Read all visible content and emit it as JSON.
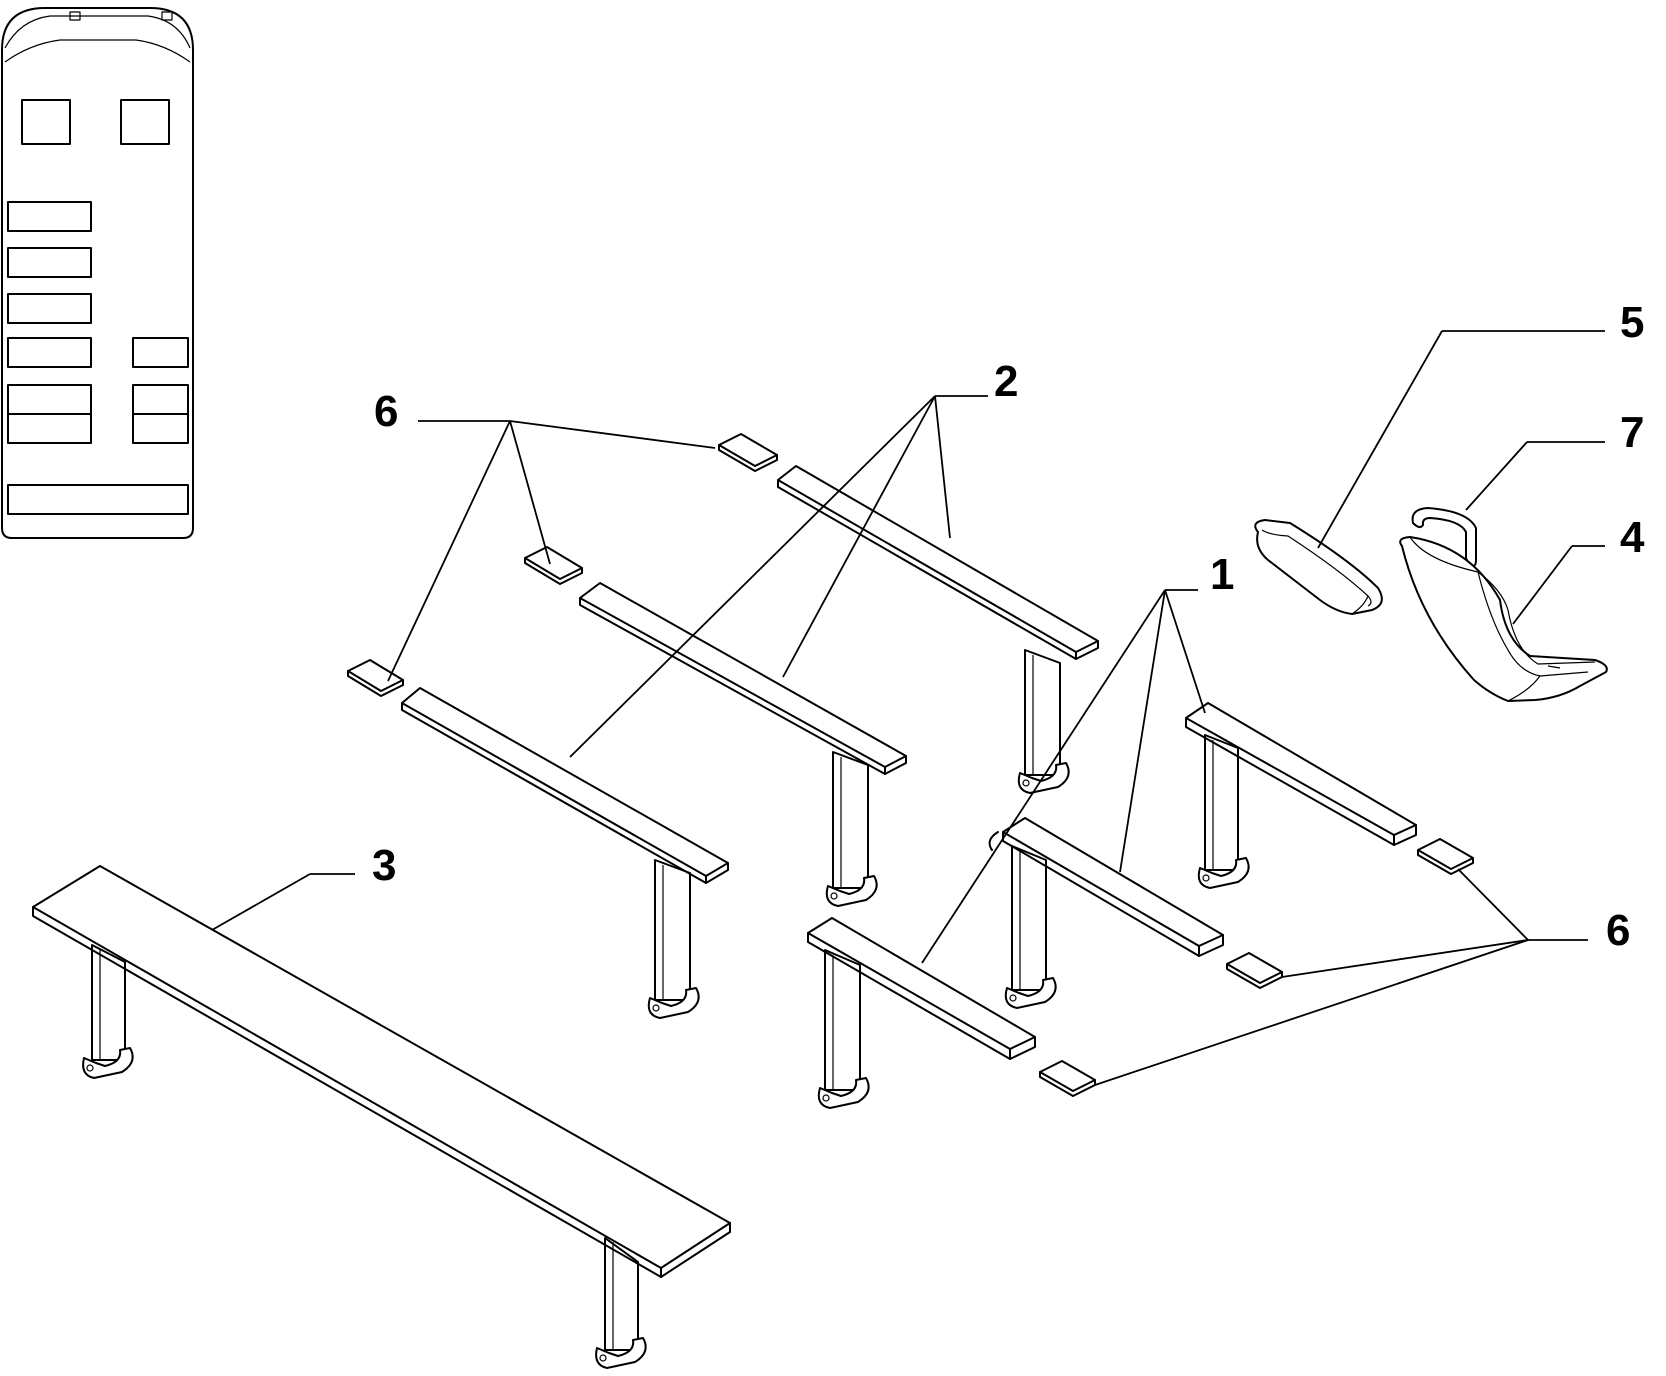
{
  "diagram": {
    "callouts": {
      "c1": "1",
      "c2": "2",
      "c3": "3",
      "c4": "4",
      "c5": "5",
      "c6_left": "6",
      "c6_right": "6",
      "c7": "7"
    }
  }
}
